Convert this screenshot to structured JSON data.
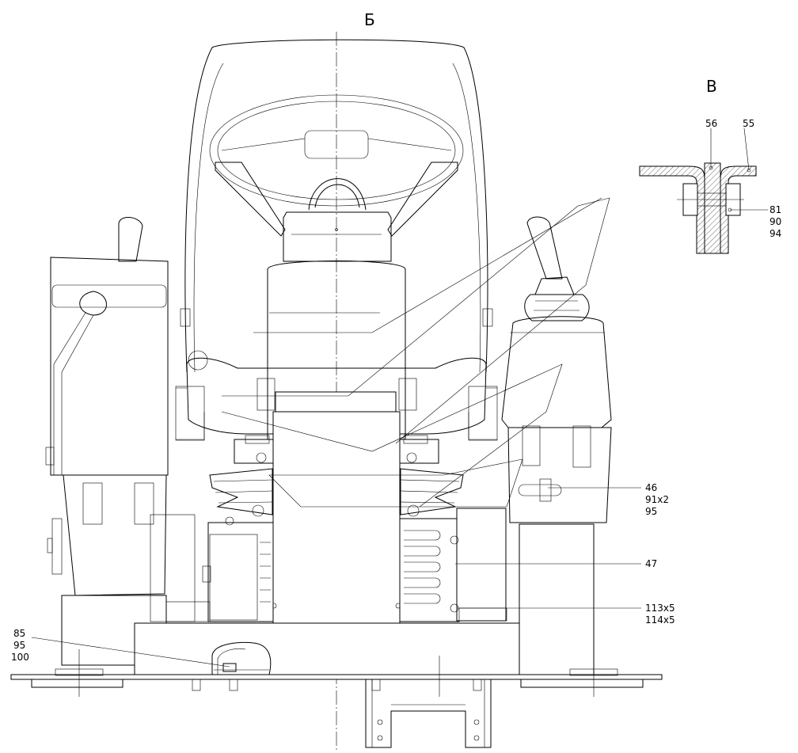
{
  "views": {
    "main_label": "Б",
    "detail_label": "В"
  },
  "callouts": {
    "c85": "85",
    "c95a": "95",
    "c100": "100",
    "c56": "56",
    "c55": "55",
    "c81": "81",
    "c90": "90",
    "c94": "94",
    "c46": "46",
    "c91x2": "91x2",
    "c95b": "95",
    "c47": "47",
    "c113x5": "113x5",
    "c114x5": "114x5"
  }
}
